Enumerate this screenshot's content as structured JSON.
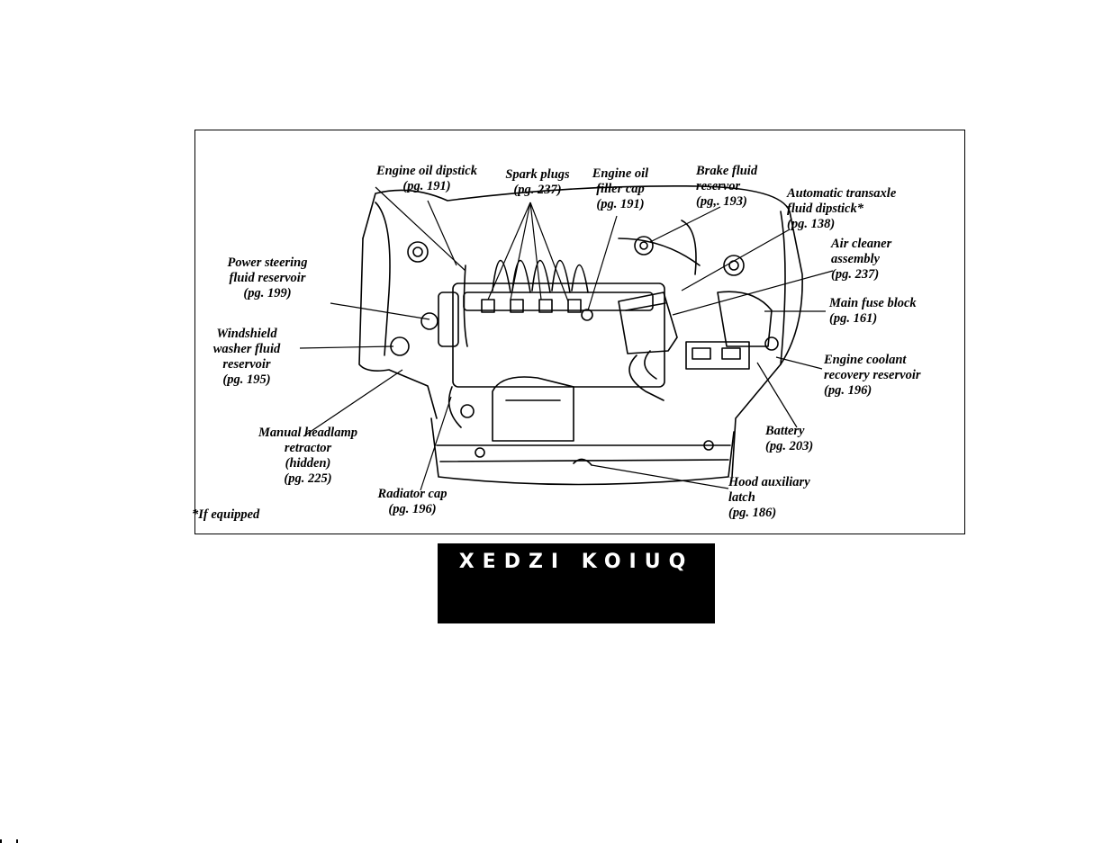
{
  "labels": {
    "engine_oil_dipstick": "Engine oil dipstick\n(pg. 191)",
    "spark_plugs": "Spark plugs\n(pg. 237)",
    "engine_oil_filler_cap": "Engine oil\nfiller cap\n(pg. 191)",
    "brake_fluid_reservoir": "Brake fluid\nreservor\n(pg,. 193)",
    "automatic_transaxle_dipstick": "Automatic transaxle\nfluid dipstick*\n(pg. 138)",
    "air_cleaner_assembly": "Air cleaner\nassembly\n(pg. 237)",
    "main_fuse_block": "Main fuse block\n(pg. 161)",
    "engine_coolant_reservoir": "Engine coolant\nrecovery reservoir\n(pg. 196)",
    "battery": "Battery\n(pg. 203)",
    "hood_auxiliary_latch": "Hood auxiliary\nlatch\n(pg. 186)",
    "radiator_cap": "Radiator cap\n(pg. 196)",
    "manual_headlamp_retractor": "Manual headlamp\nretractor\n(hidden)\n(pg. 225)",
    "windshield_washer_reservoir": "Windshield\nwasher fluid\nreservoir\n(pg. 195)",
    "power_steering_reservoir": "Power steering\nfluid reservoir\n(pg. 199)",
    "if_equipped_note": "*If equipped"
  },
  "quick_index": {
    "text": "XEDZI KOIUQ"
  }
}
